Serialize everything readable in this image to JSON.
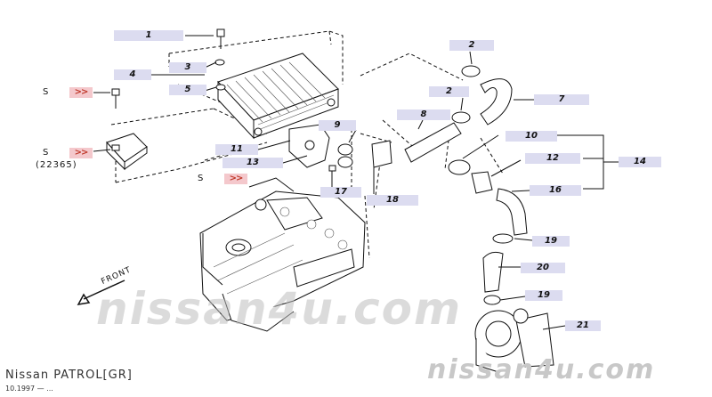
{
  "model": {
    "title": "Nissan PATROL[GR]",
    "date": "10.1997 — ..."
  },
  "watermark": {
    "center": "nissan4u.com",
    "bottom": "nissan4u.com"
  },
  "front_label": "FRONT",
  "part_code": "(22365)",
  "ref_mark": ">>",
  "ref_letter": "S",
  "callouts": {
    "c1": "1",
    "c2a": "2",
    "c2b": "2",
    "c3": "3",
    "c4": "4",
    "c5": "5",
    "c7": "7",
    "c8": "8",
    "c9": "9",
    "c10": "10",
    "c11": "11",
    "c12": "12",
    "c13": "13",
    "c14": "14",
    "c16": "16",
    "c17": "17",
    "c18": "18",
    "c19a": "19",
    "c19b": "19",
    "c20": "20",
    "c21": "21"
  },
  "colors": {
    "callout_bg": "#dcdcf0",
    "ref_bg": "#f4c8cc",
    "ref_text": "#c0392b",
    "line": "#111111"
  }
}
